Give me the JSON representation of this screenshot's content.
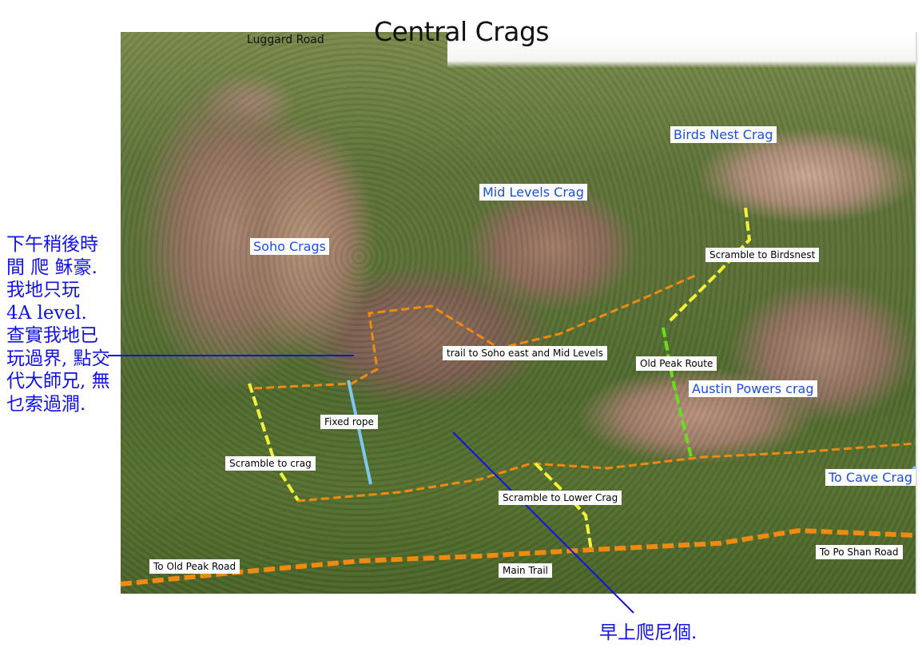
{
  "title": "Central Crags",
  "road_label": "Luggard Road",
  "crags": {
    "birds_nest": "Birds Nest Crag",
    "mid_levels": "Mid Levels Crag",
    "soho": "Soho Crags",
    "austin_powers": "Austin Powers crag",
    "cave": "To Cave Crag"
  },
  "labels": {
    "scramble_birdsnest": "Scramble  to Birdsnest",
    "trail_soho": "trail to Soho east and Mid Levels",
    "old_peak_route": "Old Peak Route",
    "fixed_rope": "Fixed rope",
    "scramble_crag": "Scramble to crag",
    "scramble_lower": "Scramble to Lower Crag",
    "to_old_peak_road": "To Old Peak Road",
    "main_trail": "Main Trail",
    "to_po_shan_road": "To Po Shan Road"
  },
  "notes": {
    "afternoon": "下午稍後時間 爬 稣豪. 我地只玩 4A level. 查實我地已玩過界, 點交代大師兄, 無乜索過澗.",
    "morning": "早上爬尼個."
  },
  "colors": {
    "main_trail": "#f08a10",
    "trail": "#f08a10",
    "scramble": "#f2f23a",
    "old_peak": "#66e01a",
    "rope": "#7cc8ee",
    "note": "#1010e8"
  }
}
